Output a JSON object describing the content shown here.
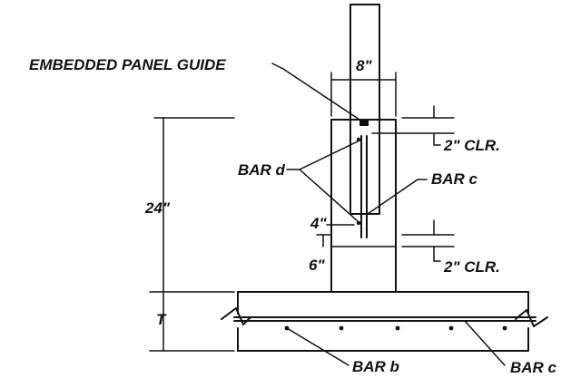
{
  "labels": {
    "embedded_panel_guide": "EMBEDDED PANEL GUIDE",
    "panel_width": "8\"",
    "clear_top": "2\" CLR.",
    "clear_bottom": "2\" CLR.",
    "bar_d": "BAR d",
    "bar_c_upper": "BAR c",
    "bar_c_lower": "BAR c",
    "bar_b": "BAR b",
    "height_24": "24\"",
    "dim_4": "4\"",
    "dim_6": "6\"",
    "thickness_t": "T"
  }
}
